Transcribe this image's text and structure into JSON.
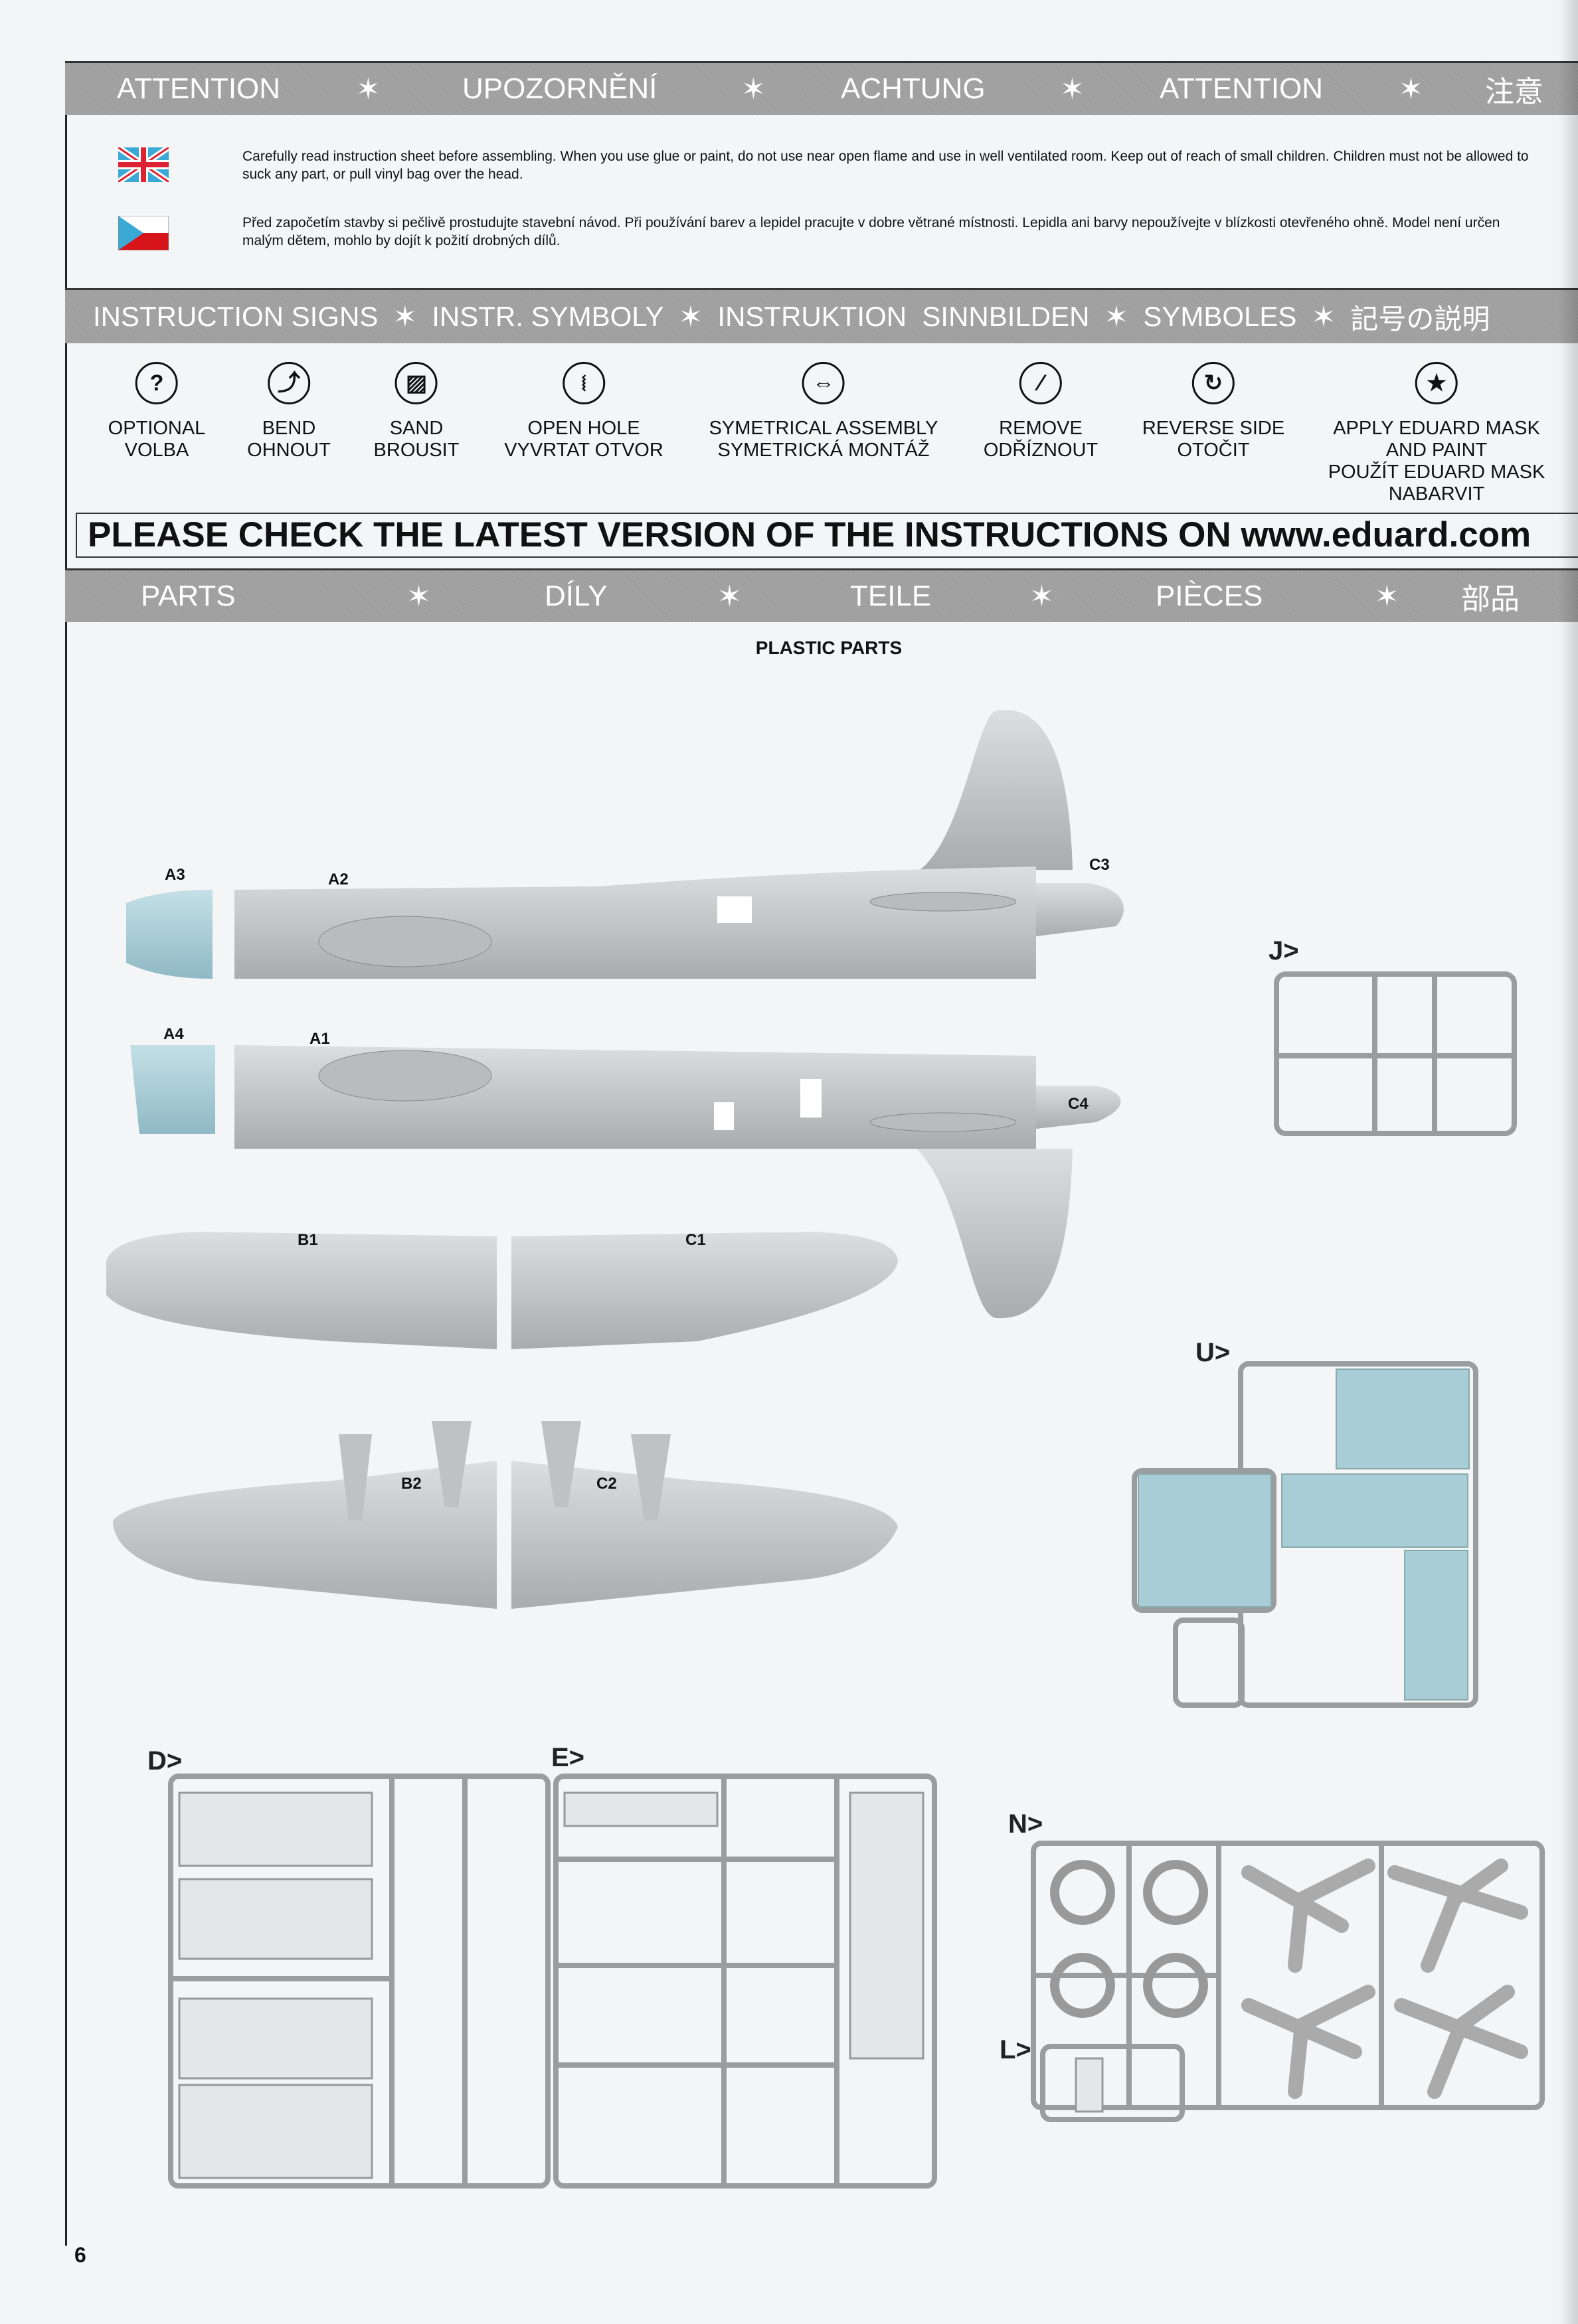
{
  "attention_bar": {
    "items": [
      "ATTENTION",
      "UPOZORNĚNÍ",
      "ACHTUNG",
      "ATTENTION",
      "注意"
    ]
  },
  "notices": {
    "en": "Carefully read instruction sheet before assembling. When you use glue or paint, do not use near open flame and use in well ventilated room. Keep out of reach of small children. Children must not be allowed to suck any part, or pull vinyl bag over the head.",
    "cz": "Před započetím stavby si pečlivě prostudujte stavební návod. Při používání barev a lepidel pracujte v dobre větrané místnosti. Lepidla ani barvy nepoužívejte v blízkosti otevřeného ohně. Model není určen malým dětem, mohlo by dojít k požití drobných dílů."
  },
  "signs_bar": {
    "items": [
      "INSTRUCTION SIGNS",
      "INSTR. SYMBOLY",
      "INSTRUKTION  SINNBILDEN",
      "SYMBOLES",
      "記号の説明"
    ]
  },
  "signs": [
    {
      "icon": "question-icon",
      "glyph": "?",
      "line1": "OPTIONAL",
      "line2": "VOLBA"
    },
    {
      "icon": "bend-arrow-icon",
      "glyph": "⤴",
      "line1": "BEND",
      "line2": "OHNOUT"
    },
    {
      "icon": "sand-file-icon",
      "glyph": "▨",
      "line1": "SAND",
      "line2": "BROUSIT"
    },
    {
      "icon": "drill-icon",
      "glyph": "⧙",
      "line1": "OPEN HOLE",
      "line2": "VYVRTAT OTVOR"
    },
    {
      "icon": "symmetric-icon",
      "glyph": "⇔",
      "line1": "SYMETRICAL ASSEMBLY",
      "line2": "SYMETRICKÁ MONTÁŽ"
    },
    {
      "icon": "knife-icon",
      "glyph": "⁄",
      "line1": "REMOVE",
      "line2": "ODŘÍZNOUT"
    },
    {
      "icon": "reverse-icon",
      "glyph": "↻",
      "line1": "REVERSE SIDE",
      "line2": "OTOČIT"
    },
    {
      "icon": "mask-star-icon",
      "glyph": "★",
      "line1": "APPLY EDUARD MASK",
      "line2": "AND PAINT",
      "line3": "POUŽÍT EDUARD MASK",
      "line4": "NABARVIT"
    }
  ],
  "url_notice": "PLEASE CHECK THE LATEST VERSION OF THE INSTRUCTIONS ON www.eduard.com",
  "parts_bar": {
    "items": [
      "PARTS",
      "DÍLY",
      "TEILE",
      "PIÈCES",
      "部品"
    ]
  },
  "plastic_parts_title": "PLASTIC PARTS",
  "part_labels": {
    "A3": "A3",
    "A2": "A2",
    "C3": "C3",
    "A4": "A4",
    "A1": "A1",
    "C4": "C4",
    "B1": "B1",
    "C1": "C1",
    "B2": "B2",
    "C2": "C2"
  },
  "sprues": {
    "J": "J>",
    "U": "U>",
    "D": "D>",
    "E": "E>",
    "N": "N>",
    "L": "L>"
  },
  "colors": {
    "clear_part": "#a9cdd6",
    "plastic": "#c9cbcd",
    "bar": "#a0a0a0"
  },
  "page_number": "6"
}
